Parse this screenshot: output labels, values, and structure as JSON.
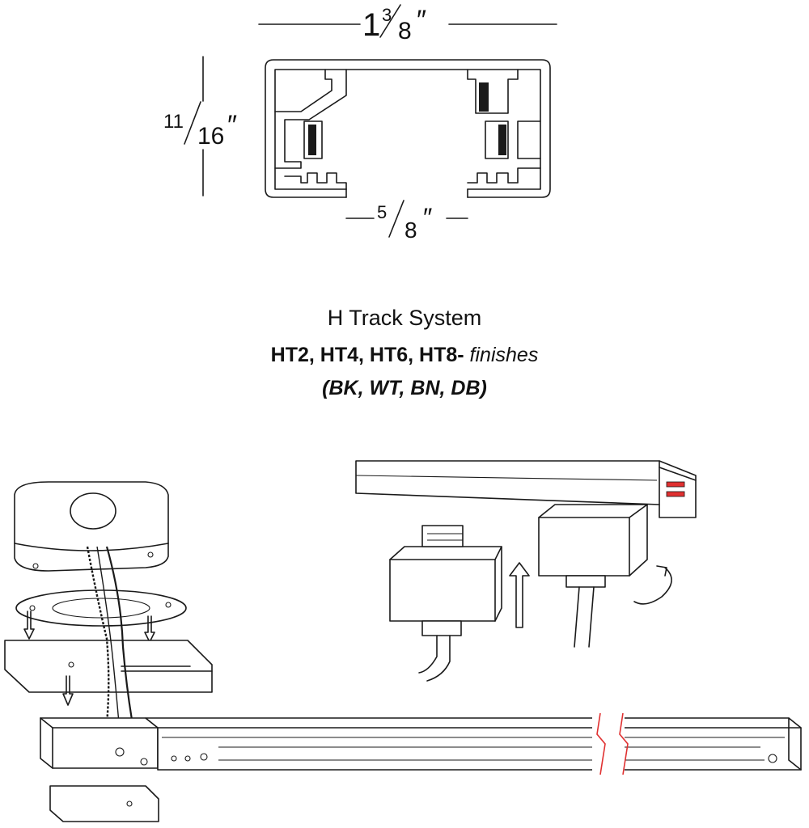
{
  "dimensions": {
    "width_whole": "1",
    "width_fraction_num": "3",
    "width_fraction_den": "8",
    "height_fraction_num": "11",
    "height_fraction_den": "16",
    "opening_fraction_num": "5",
    "opening_fraction_den": "8",
    "inch_mark": "″"
  },
  "caption": {
    "title": "H Track System",
    "models": "HT2, HT4, HT6, HT8-",
    "finishes_word": "finishes",
    "finish_codes": "(BK, WT, BN, DB)"
  },
  "colors": {
    "line": "#1a1a1a",
    "accent_red": "#e03030",
    "background": "#ffffff"
  },
  "icons": {
    "insert_arrow": "arrow-up-icon",
    "rotate_arrow": "rotate-arrow-icon",
    "track_break": "break-line-icon"
  }
}
